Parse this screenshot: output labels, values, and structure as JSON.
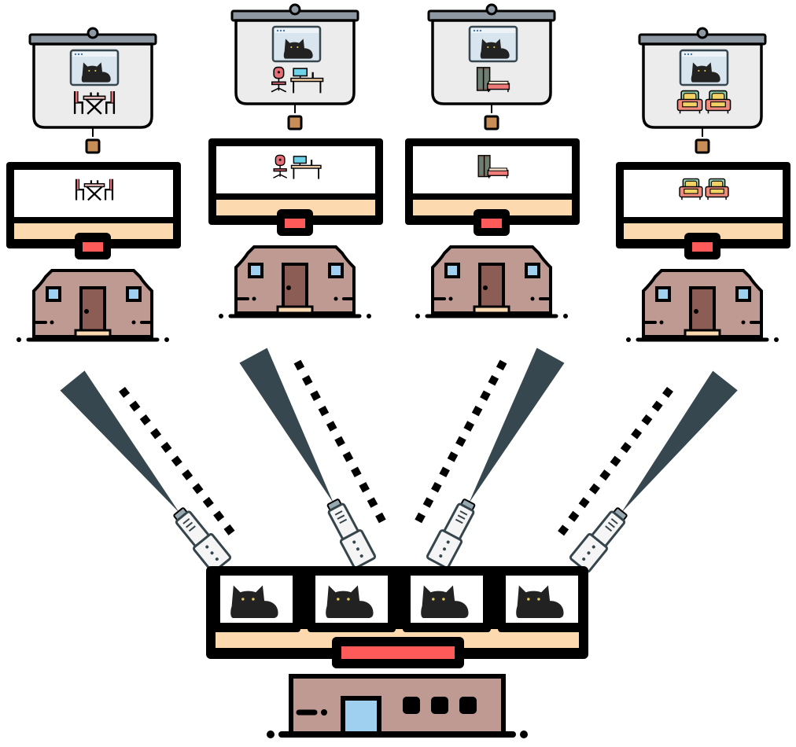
{
  "colors": {
    "outline": "#000000",
    "frame": "#000000",
    "screen_white": "#ffffff",
    "peach": "#fdd9b0",
    "red_led": "#ff5a5a",
    "house_wall": "#bf9a93",
    "house_door": "#8b5d55",
    "window_blue": "#9fd0f0",
    "door_step": "#fdd9b0",
    "beam": "#37474f",
    "projector_body": "#f5f5f5",
    "projector_grey": "#98a8b0",
    "board_bg": "#ececec",
    "board_rail": "#8e98a2",
    "cat": "#222222",
    "cat_eye": "#e0c75e",
    "chair_green": "#8fcfa9",
    "chair_yellow": "#f2d264",
    "chair_pink": "#f08b7c",
    "desk_pink": "#e56e77",
    "monitor_cyan": "#6fd2e8",
    "bed_pink": "#f07c79",
    "wardrobe": "#7a6a5c"
  },
  "icons": {
    "site_objects": [
      "dining-set-icon",
      "office-desk-icon",
      "bedroom-icon",
      "armchairs-icon"
    ],
    "board_image": "cat-icon",
    "projector": "projector-icon",
    "house": "house-icon",
    "central_screens": "cat-icon"
  },
  "sites": [
    {
      "object": "dining-set"
    },
    {
      "object": "office-desk"
    },
    {
      "object": "bedroom"
    },
    {
      "object": "armchairs"
    }
  ],
  "central": {
    "screen_count": 4,
    "screen_content": "cat"
  }
}
